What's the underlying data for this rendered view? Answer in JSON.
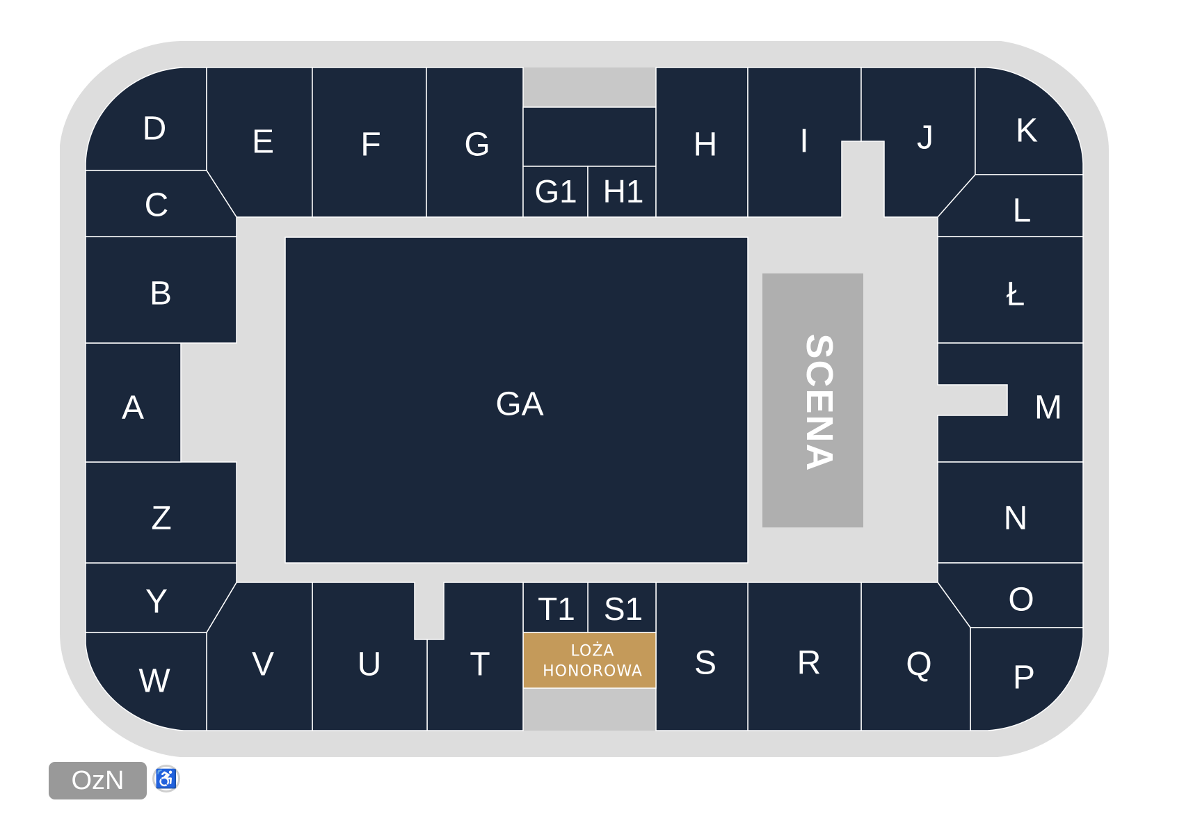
{
  "colors": {
    "section": "#1a273b",
    "walkway": "#dddddd",
    "blocked": "#c8c8c8",
    "stage": "#afafaf",
    "honor_box": "#c49a5a",
    "legend_button": "#999999"
  },
  "sections": {
    "D": "D",
    "E": "E",
    "F": "F",
    "G": "G",
    "G1": "G1",
    "H1": "H1",
    "H": "H",
    "I": "I",
    "J": "J",
    "K": "K",
    "L": "L",
    "L_stroke": "Ł",
    "M": "M",
    "N": "N",
    "O": "O",
    "P": "P",
    "Q": "Q",
    "R": "R",
    "S": "S",
    "S1": "S1",
    "T1": "T1",
    "T": "T",
    "U": "U",
    "V": "V",
    "W": "W",
    "Y": "Y",
    "Z": "Z",
    "A": "A",
    "B": "B",
    "C": "C",
    "GA": "GA"
  },
  "stage": {
    "label": "SCENA"
  },
  "honor_box": {
    "line1": "LOŻA",
    "line2": "HONOROWA"
  },
  "legend": {
    "ozn_label": "OzN",
    "wheelchair_icon": "wheelchair-icon",
    "wheelchair_glyph": "♿"
  }
}
